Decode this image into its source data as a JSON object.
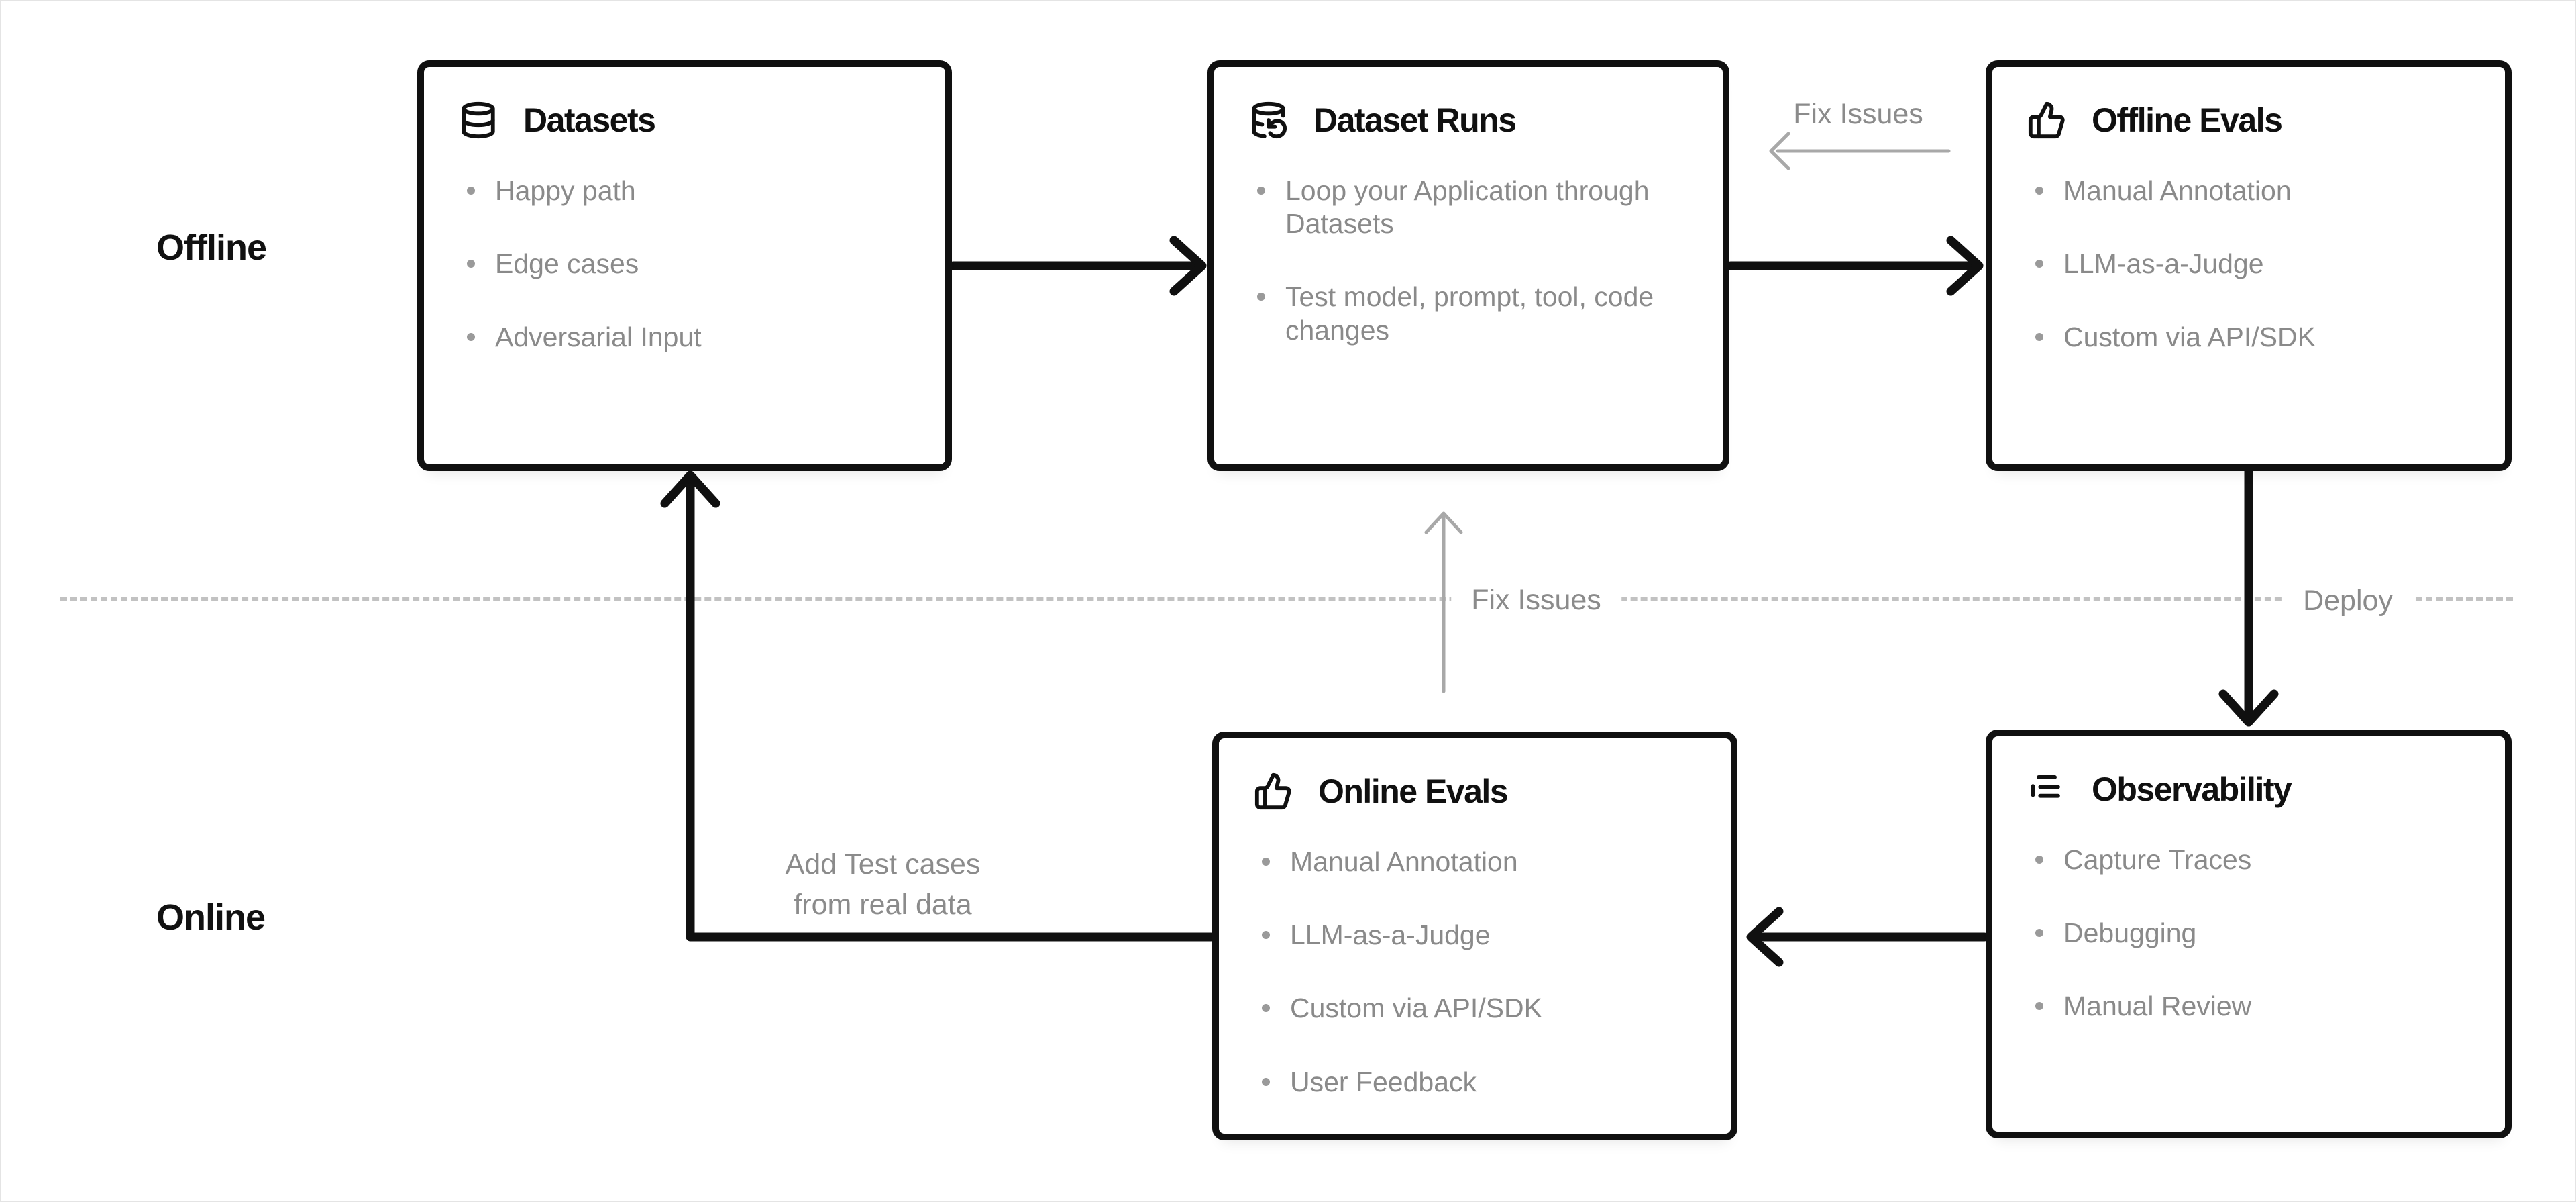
{
  "diagram": {
    "section_labels": {
      "offline": "Offline",
      "online": "Online"
    },
    "boxes": [
      {
        "id": "datasets",
        "title": "Datasets",
        "icon": "database-icon",
        "bullets": [
          "Happy path",
          "Edge cases",
          "Adversarial Input"
        ]
      },
      {
        "id": "dataset-runs",
        "title": "Dataset Runs",
        "icon": "database-refresh-icon",
        "bullets": [
          "Loop your Application through Datasets",
          "Test model, prompt, tool, code changes"
        ]
      },
      {
        "id": "offline-evals",
        "title": "Offline Evals",
        "icon": "thumbs-up-icon",
        "bullets": [
          "Manual Annotation",
          "LLM-as-a-Judge",
          "Custom via API/SDK"
        ]
      },
      {
        "id": "online-evals",
        "title": "Online Evals",
        "icon": "thumbs-up-icon",
        "bullets": [
          "Manual Annotation",
          "LLM-as-a-Judge",
          "Custom via API/SDK",
          "User Feedback"
        ]
      },
      {
        "id": "observability",
        "title": "Observability",
        "icon": "list-tree-icon",
        "bullets": [
          "Capture Traces",
          "Debugging",
          "Manual Review"
        ]
      }
    ],
    "edge_labels": {
      "fix_issues_top": "Fix Issues",
      "fix_issues_middle": "Fix Issues",
      "deploy": "Deploy",
      "add_test_cases_line1": "Add Test cases",
      "add_test_cases_line2": "from real data"
    },
    "colors": {
      "box_border": "#101010",
      "title_text": "#101010",
      "bullet_text": "#8a8a8a",
      "muted_label": "#8b8b8b",
      "gray_arrow": "#a8a8a8",
      "dashed_divider": "#c2c2c2",
      "background": "#ffffff"
    }
  }
}
